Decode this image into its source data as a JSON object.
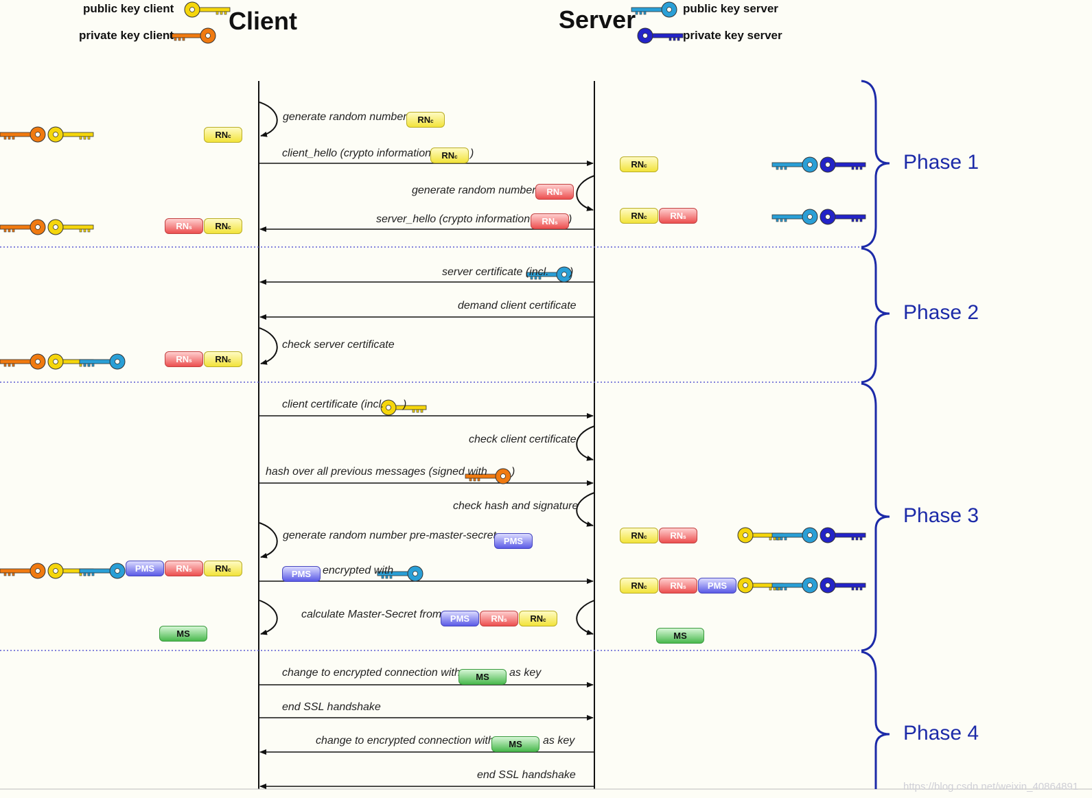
{
  "legend": {
    "public_key_client": "public key client",
    "private_key_client": "private key client",
    "public_key_server": "public key server",
    "private_key_server": "private key server"
  },
  "actors": {
    "client": "Client",
    "server": "Server"
  },
  "phases": [
    "Phase 1",
    "Phase 2",
    "Phase 3",
    "Phase 4"
  ],
  "tokens": {
    "rnc_main": "RN",
    "rnc_sub": "c",
    "rns_main": "RN",
    "rns_sub": "s",
    "pms": "PMS",
    "ms": "MS"
  },
  "messages": {
    "m1": "generate random number",
    "m2": "client_hello (crypto information",
    "m3": "generate random number",
    "m4": "server_hello (crypto information",
    "m5": "server certificate (incl.",
    "m6": "demand client certificate",
    "m7": "check server certificate",
    "m8": "client certificate (incl.",
    "m9": "check client certificate",
    "m10": "hash over all previous messages (signed with",
    "m11": "check hash and signature",
    "m12": "generate random number pre-master-secret",
    "m13": "encrypted with",
    "m14": "calculate Master-Secret from",
    "m15": "change to encrypted connection with",
    "m15b": "as key",
    "m16": "end SSL handshake",
    "m17": "change to encrypted connection with",
    "m17b": "as key",
    "m18": "end SSL handshake",
    "close_paren": ")"
  },
  "watermark": "https://blog.csdn.net/weixin_40864891",
  "colors": {
    "public_key_client": "#f5d60c",
    "private_key_client": "#f07a10",
    "public_key_server": "#2a9fd6",
    "private_key_server": "#2323c8",
    "phase_text": "#1c2aa8",
    "divider": "#5a5ad2"
  }
}
